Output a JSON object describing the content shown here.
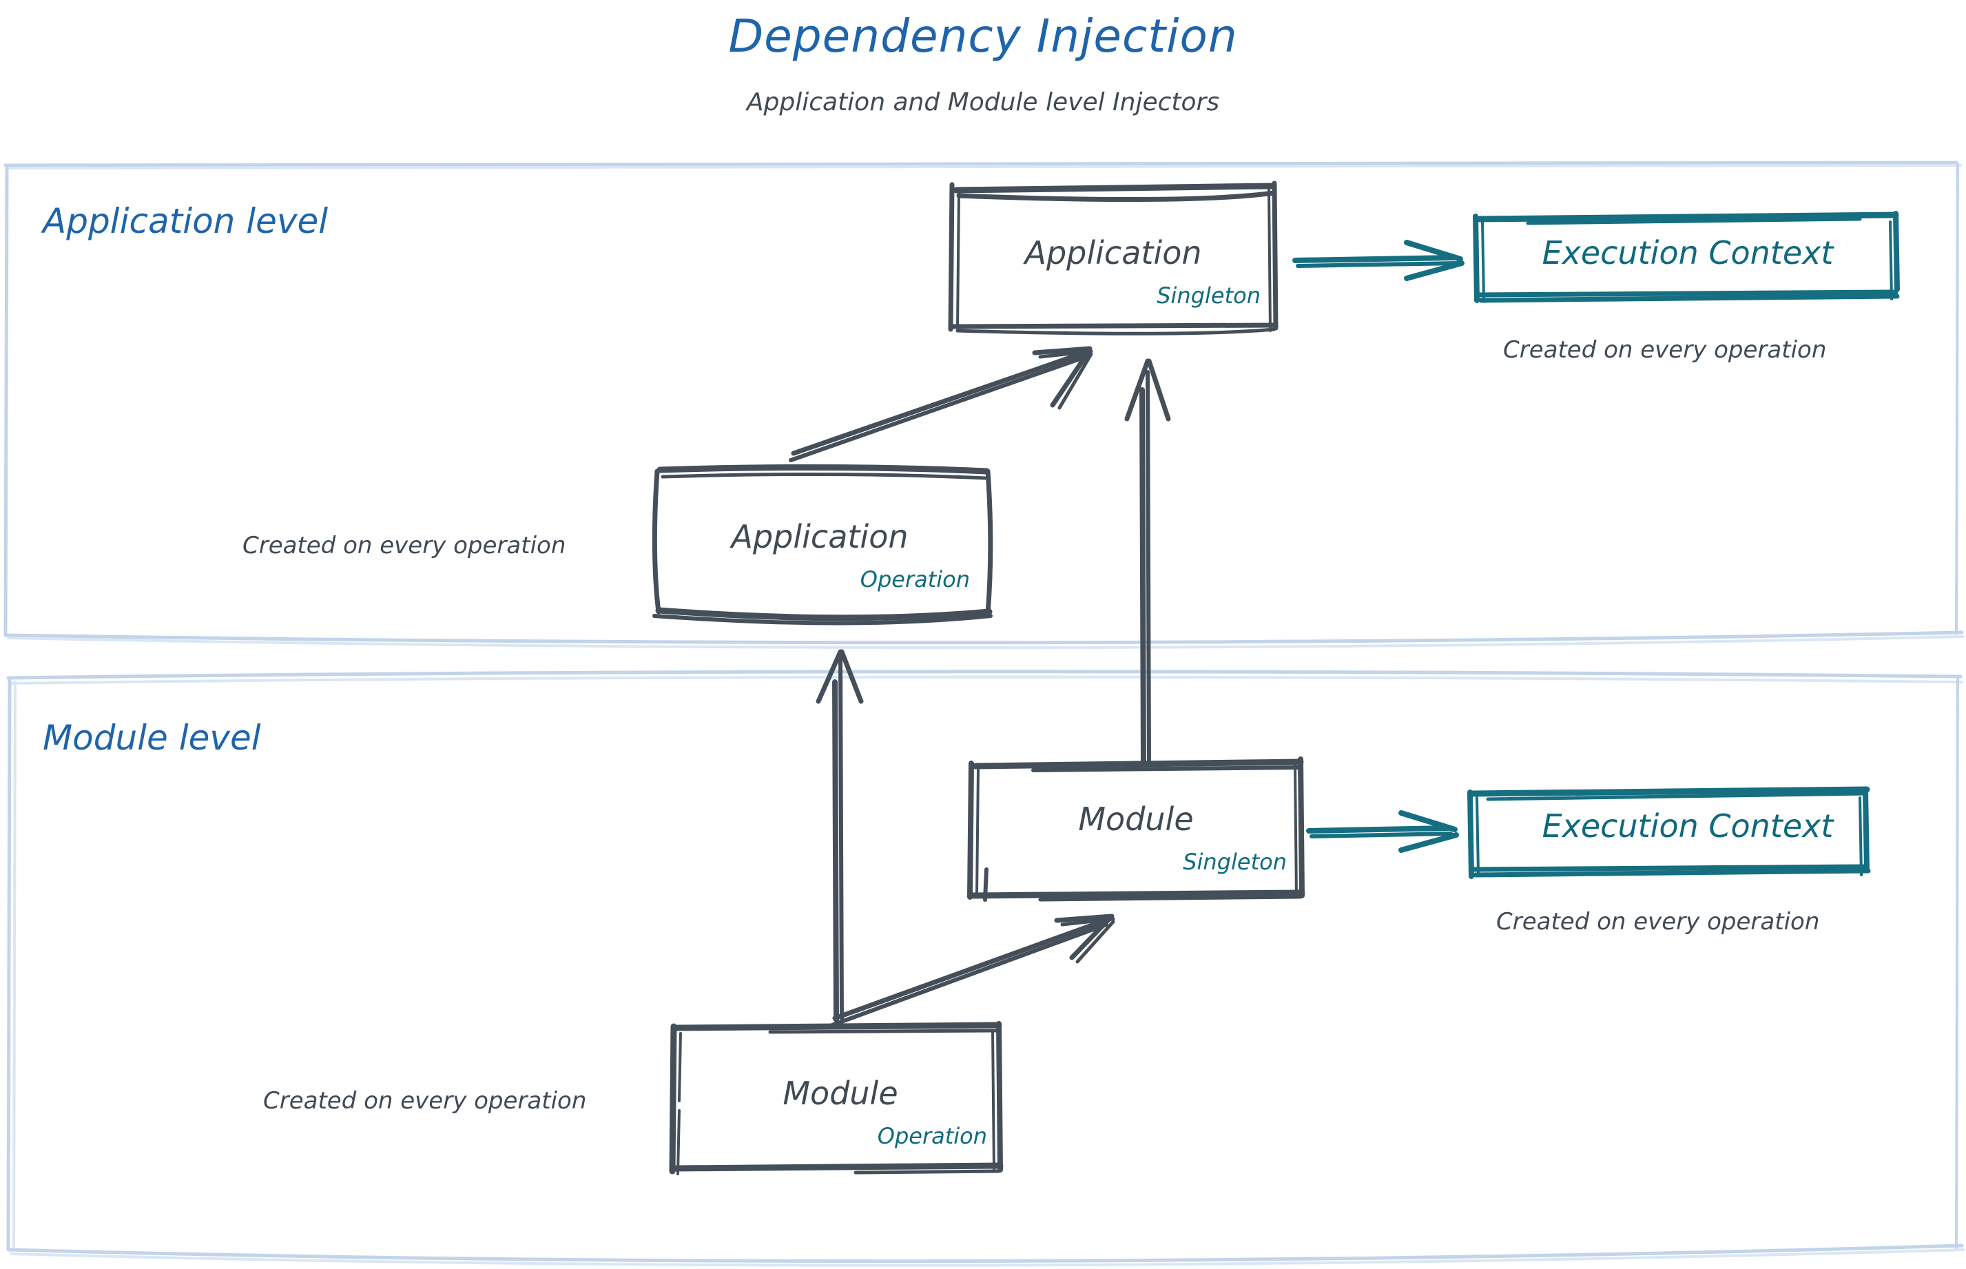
{
  "header": {
    "title": "Dependency Injection",
    "subtitle": "Application and Module level Injectors"
  },
  "colors": {
    "title_blue": "#1f64ab",
    "level_label_blue": "#1f64ab",
    "container_border_blue": "#c2d4ea",
    "node_stroke_gray": "#454f59",
    "node_text_gray": "#3f4a54",
    "scope_teal": "#0f6b7d",
    "execution_context_teal": "#10697c",
    "background": "#ffffff"
  },
  "levels": [
    {
      "id": "application-level",
      "label": "Application level",
      "nodes": [
        {
          "id": "application-singleton",
          "title": "Application",
          "scope": "Singleton",
          "style": "sketch-gray"
        },
        {
          "id": "application-operation",
          "title": "Application",
          "scope": "Operation",
          "style": "sketch-gray",
          "caption": "Created on every operation",
          "caption_position": "left"
        },
        {
          "id": "application-execution-context",
          "title": "Execution Context",
          "scope": "",
          "style": "sketch-teal",
          "caption": "Created on every operation",
          "caption_position": "below"
        }
      ],
      "arrows": [
        {
          "from": "application-operation",
          "to": "application-singleton",
          "style": "gray-diagonal"
        },
        {
          "from": "application-singleton",
          "to": "application-execution-context",
          "style": "teal-horizontal"
        }
      ]
    },
    {
      "id": "module-level",
      "label": "Module level",
      "nodes": [
        {
          "id": "module-singleton",
          "title": "Module",
          "scope": "Singleton",
          "style": "sketch-gray"
        },
        {
          "id": "module-operation",
          "title": "Module",
          "scope": "Operation",
          "style": "sketch-gray",
          "caption": "Created on every operation",
          "caption_position": "left"
        },
        {
          "id": "module-execution-context",
          "title": "Execution Context",
          "scope": "",
          "style": "sketch-teal",
          "caption": "Created on every operation",
          "caption_position": "below"
        }
      ],
      "arrows": [
        {
          "from": "module-operation",
          "to": "module-singleton",
          "style": "gray-diagonal"
        },
        {
          "from": "module-singleton",
          "to": "module-execution-context",
          "style": "teal-horizontal"
        }
      ]
    }
  ],
  "cross_level_arrows": [
    {
      "from": "module-singleton",
      "to": "application-singleton",
      "style": "gray-vertical-long"
    },
    {
      "from": "module-operation",
      "to": "application-operation",
      "style": "gray-vertical-long"
    }
  ],
  "captions": {
    "execution_context_app": "Created on every operation",
    "execution_context_module": "Created on every operation",
    "application_operation": "Created on every operation",
    "module_operation": "Created on every operation"
  }
}
